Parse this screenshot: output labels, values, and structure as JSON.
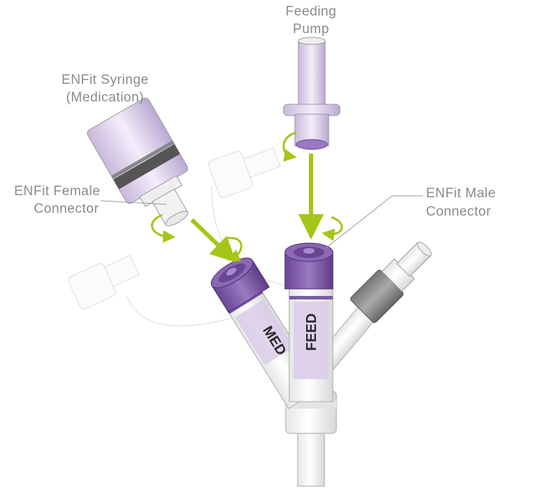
{
  "labels": {
    "feeding_pump": [
      "Feeding",
      "Pump"
    ],
    "syringe": [
      "ENFit Syringe",
      "(Medication)"
    ],
    "female_connector": [
      "ENFit Female",
      "Connector"
    ],
    "male_connector": [
      "ENFit Male",
      "Connector"
    ]
  },
  "port_labels": {
    "med": "MED",
    "feed": "FEED"
  },
  "colors": {
    "arrow_green": "#a4c617",
    "cap_purple": "#7d5aa6",
    "tint_purple": "#d9cbe8",
    "connector_gray": "#8c8c8c",
    "label_gray": "#8a8a8a"
  }
}
